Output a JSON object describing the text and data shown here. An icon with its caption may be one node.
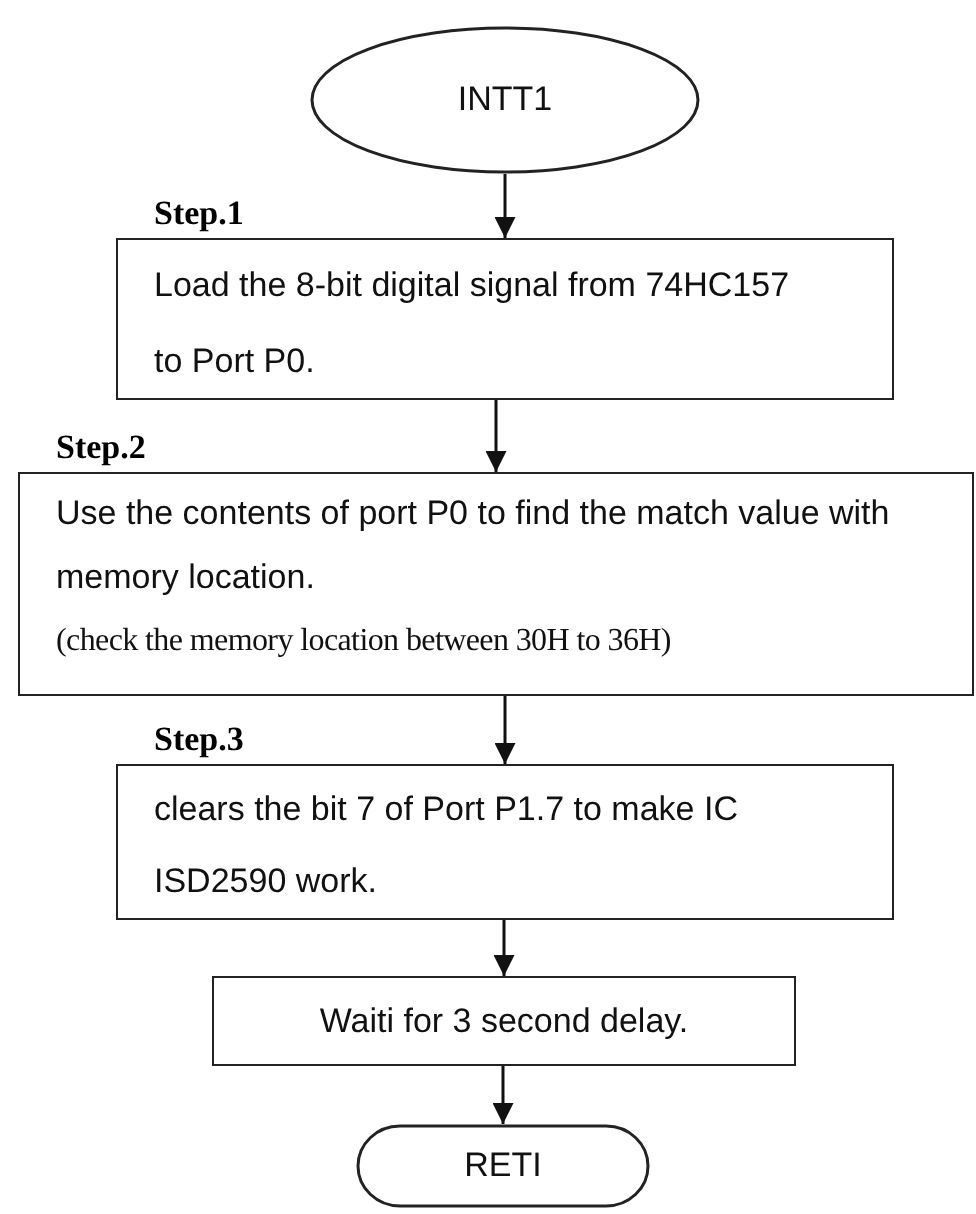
{
  "diagram": {
    "nodes": [
      {
        "text": [
          "INTT1"
        ]
      },
      {
        "text": [
          "Step.1",
          "Load the 8-bit digital signal from 74HC157 to Port P0."
        ]
      },
      {
        "text": [
          "Step.2",
          "Use the contents of port P0 to find the match value with memory location.",
          "(check the memory location between 30H to 36H)"
        ]
      },
      {
        "text": [
          "Step.3",
          "clears the bit 7 of Port P1.7 to make IC ISD2590 work."
        ]
      },
      {
        "text": [
          "Waiti for 3 second delay."
        ]
      },
      {
        "text": [
          "RETI"
        ]
      }
    ],
    "edges": [
      {
        "from": 0,
        "to": 1,
        "arrow": "to"
      },
      {
        "from": 1,
        "to": 2,
        "arrow": "to"
      },
      {
        "from": 2,
        "to": 3,
        "arrow": "to"
      },
      {
        "from": 3,
        "to": 4,
        "arrow": "to"
      },
      {
        "from": 4,
        "to": 5,
        "arrow": "to"
      }
    ]
  }
}
